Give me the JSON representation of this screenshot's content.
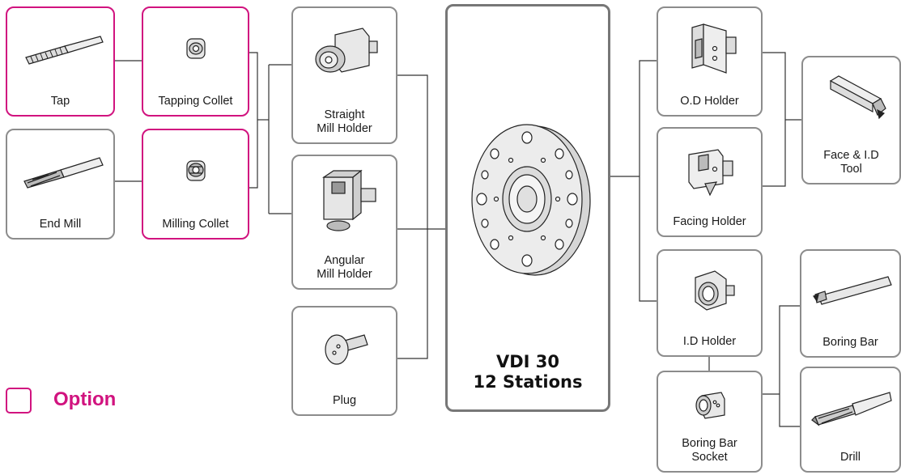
{
  "nodes": {
    "tap": "Tap",
    "tapping_collet": "Tapping Collet",
    "end_mill": "End Mill",
    "milling_collet": "Milling Collet",
    "straight_mill_holder": "Straight\nMill Holder",
    "angular_mill_holder": "Angular\nMill Holder",
    "plug": "Plug",
    "turret": "VDI 30\n12 Stations",
    "od_holder": "O.D Holder",
    "facing_holder": "Facing Holder",
    "face_id_tool": "Face & I.D\nTool",
    "id_holder": "I.D Holder",
    "boring_bar": "Boring Bar",
    "boring_bar_socket": "Boring Bar\nSocket",
    "drill": "Drill"
  },
  "legend": {
    "option_label": "Option",
    "option_color": "#d1137f"
  },
  "colors": {
    "border": "#8c8c8c",
    "option": "#d1137f",
    "line": "#333333"
  },
  "icons": {
    "tap": "tap-icon",
    "tapping_collet": "tapping-collet-icon",
    "end_mill": "end-mill-icon",
    "milling_collet": "milling-collet-icon",
    "straight_mill_holder": "straight-mill-holder-icon",
    "angular_mill_holder": "angular-mill-holder-icon",
    "plug": "plug-icon",
    "turret": "turret-disc-icon",
    "od_holder": "od-holder-icon",
    "facing_holder": "facing-holder-icon",
    "face_id_tool": "face-id-tool-icon",
    "id_holder": "id-holder-icon",
    "boring_bar": "boring-bar-icon",
    "boring_bar_socket": "boring-bar-socket-icon",
    "drill": "drill-icon"
  }
}
